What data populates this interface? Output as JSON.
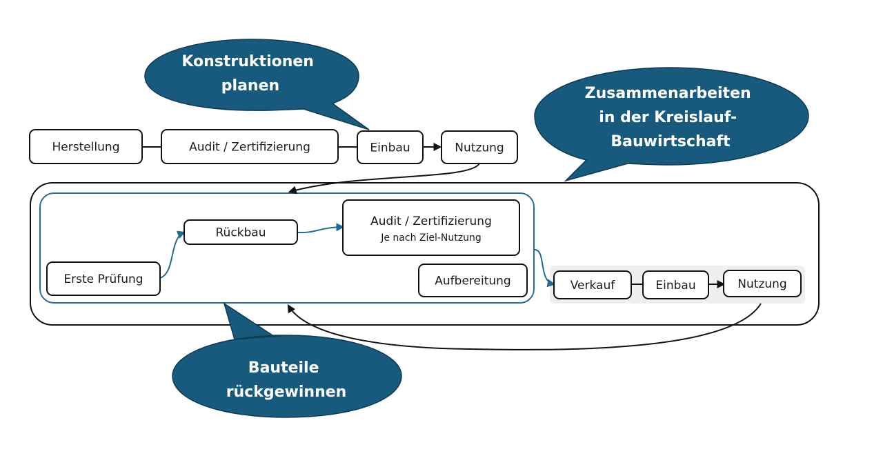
{
  "colors": {
    "callout_fill": "#175a7d",
    "callout_stroke": "#0e3a52",
    "inner_frame": "#2c6aa0",
    "arrow_blue": "#1f6b93",
    "node_stroke": "#111111",
    "reuse_band": "#efefef"
  },
  "callouts": {
    "plan": {
      "lines": [
        "Konstruktionen",
        "planen"
      ]
    },
    "collaborate": {
      "lines": [
        "Zusammenarbeiten",
        "in der Kreislauf-",
        "Bauwirtschaft"
      ]
    },
    "recover": {
      "lines": [
        "Bauteile",
        "rückgewinnen"
      ]
    }
  },
  "linear_chain": {
    "nodes": [
      {
        "label": "Herstellung"
      },
      {
        "label": "Audit / Zertifizierung"
      },
      {
        "label": "Einbau"
      },
      {
        "label": "Nutzung"
      }
    ]
  },
  "recovery_phase": {
    "nodes": [
      {
        "label": "Erste Prüfung"
      },
      {
        "label": "Rückbau"
      },
      {
        "label": "Audit / Zertifizierung",
        "sublabel": "Je nach Ziel-Nutzung"
      },
      {
        "label": "Aufbereitung"
      }
    ]
  },
  "reuse_chain": {
    "nodes": [
      {
        "label": "Verkauf"
      },
      {
        "label": "Einbau"
      },
      {
        "label": "Nutzung"
      }
    ]
  }
}
